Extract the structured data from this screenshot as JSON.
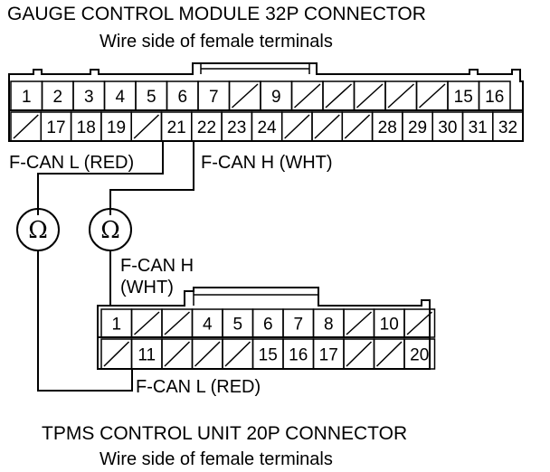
{
  "gauge": {
    "title": "GAUGE CONTROL MODULE 32P CONNECTOR",
    "subtitle": "Wire side of female terminals",
    "row1": [
      "1",
      "2",
      "3",
      "4",
      "5",
      "6",
      "7",
      "",
      "9",
      "",
      "",
      "",
      "",
      "",
      "15",
      "16"
    ],
    "row2": [
      "",
      "17",
      "18",
      "19",
      "",
      "21",
      "22",
      "23",
      "24",
      "",
      "",
      "",
      "28",
      "29",
      "30",
      "31",
      "32"
    ]
  },
  "tpms": {
    "title": "TPMS CONTROL UNIT 20P CONNECTOR",
    "subtitle": "Wire side of female terminals",
    "row1": [
      "1",
      "",
      "",
      "4",
      "5",
      "6",
      "7",
      "8",
      "",
      "10",
      ""
    ],
    "row2": [
      "",
      "11",
      "",
      "",
      "",
      "15",
      "16",
      "17",
      "",
      "",
      "20"
    ]
  },
  "wires": {
    "gauge_can_l": "F-CAN L (RED)",
    "gauge_can_h": "F-CAN H (WHT)",
    "tpms_can_h_line1": "F-CAN H",
    "tpms_can_h_line2": "(WHT)",
    "tpms_can_l": "F-CAN L (RED)"
  },
  "meters": {
    "symbol": "Ω"
  }
}
